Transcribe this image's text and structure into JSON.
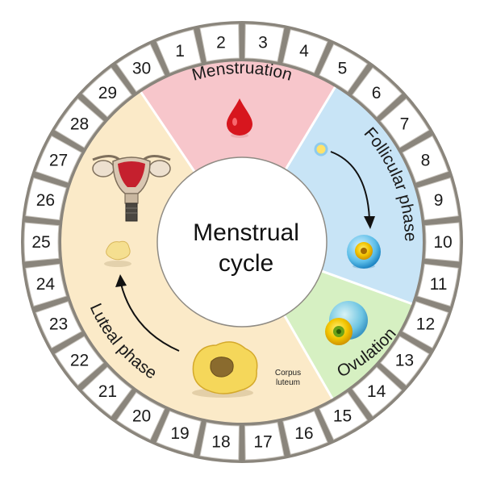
{
  "center": {
    "line1": "Menstrual",
    "line2": "cycle"
  },
  "days": [
    "1",
    "2",
    "3",
    "4",
    "5",
    "6",
    "7",
    "8",
    "9",
    "10",
    "11",
    "12",
    "13",
    "14",
    "15",
    "16",
    "17",
    "18",
    "19",
    "20",
    "21",
    "22",
    "23",
    "24",
    "25",
    "26",
    "27",
    "28",
    "29",
    "30"
  ],
  "phases": {
    "menstruation": {
      "label": "Menstruation",
      "color": "#f7c6cb",
      "text_color": "#b01e25"
    },
    "follicular": {
      "label": "Follicular phase",
      "color": "#c8e4f6"
    },
    "ovulation": {
      "label": "Ovulation",
      "color": "#d6f0c2"
    },
    "luteal": {
      "label": "Luteal phase",
      "color": "#fbeac8"
    }
  },
  "corpus_luteum": {
    "line1": "Corpus",
    "line2": "luteum"
  },
  "colors": {
    "ring_tile": "#ffffff",
    "ring_groove": "#6f6a62",
    "ring_outline": "#5a564f",
    "blood": "#d7161e",
    "corpus": "#f3d45a"
  }
}
